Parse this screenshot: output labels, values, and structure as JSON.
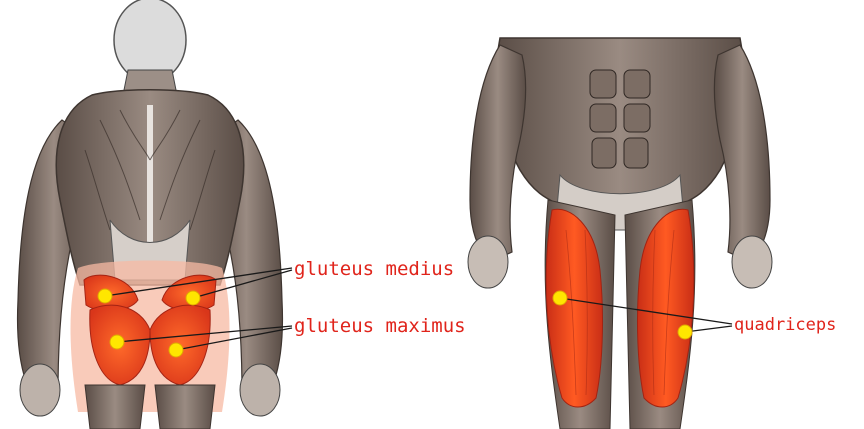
{
  "labels": {
    "gluteus_medius": "gluteus medius",
    "gluteus_maximus": "gluteus maximus",
    "quadriceps": "quadriceps"
  },
  "colors": {
    "label_text": "#e0241b",
    "leader_line": "#1a1a1a",
    "muscle_highlight": "#f04a1e",
    "muscle_highlight_dark": "#c9301a",
    "point_marker": "#ffe600",
    "body_skin": "#8a7a70",
    "body_shadow": "#4e433d",
    "body_light": "#b9aea6",
    "head": "#d9d9d9"
  }
}
